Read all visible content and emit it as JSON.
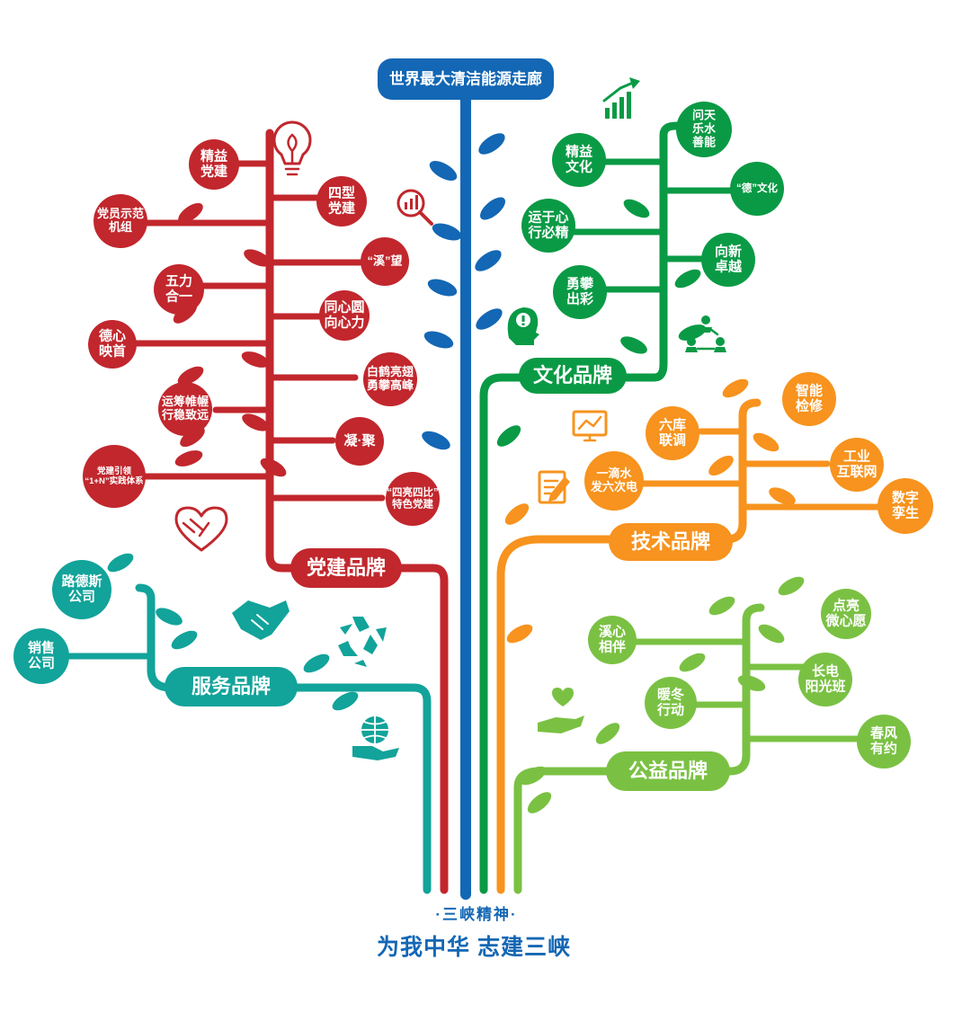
{
  "title": "世界最大清洁能源走廊",
  "colors": {
    "blue": "#1367b4",
    "red": "#c1272d",
    "green": "#0a9a45",
    "orange": "#f7931e",
    "lime": "#7ac143",
    "teal": "#12a39a"
  },
  "branches": [
    {
      "id": "party",
      "color": "#c1272d",
      "label": "党建品牌",
      "nodes": [
        {
          "lines": [
            "精益",
            "党建"
          ]
        },
        {
          "lines": [
            "四型",
            "党建"
          ]
        },
        {
          "lines": [
            "党员示范",
            "机组"
          ]
        },
        {
          "lines": [
            "“溪”望"
          ]
        },
        {
          "lines": [
            "五力",
            "合一"
          ]
        },
        {
          "lines": [
            "同心圆",
            "向心力"
          ]
        },
        {
          "lines": [
            "德心",
            "映首"
          ]
        },
        {
          "lines": [
            "白鹤亮翅",
            "勇攀高峰"
          ]
        },
        {
          "lines": [
            "运筹帷幄",
            "行稳致远"
          ]
        },
        {
          "lines": [
            "凝·聚"
          ]
        },
        {
          "lines": [
            "党建引领",
            "“1+N”实践体系"
          ]
        },
        {
          "lines": [
            "“四亮四比”",
            "特色党建"
          ]
        }
      ]
    },
    {
      "id": "culture",
      "color": "#0a9a45",
      "label": "文化品牌",
      "nodes": [
        {
          "lines": [
            "问天",
            "乐水",
            "善能"
          ]
        },
        {
          "lines": [
            "精益",
            "文化"
          ]
        },
        {
          "lines": [
            "“德”文化"
          ]
        },
        {
          "lines": [
            "运于心",
            "行必精"
          ]
        },
        {
          "lines": [
            "向新",
            "卓越"
          ]
        },
        {
          "lines": [
            "勇攀",
            "出彩"
          ]
        }
      ]
    },
    {
      "id": "tech",
      "color": "#f7931e",
      "label": "技术品牌",
      "nodes": [
        {
          "lines": [
            "智能",
            "检修"
          ]
        },
        {
          "lines": [
            "六库",
            "联调"
          ]
        },
        {
          "lines": [
            "工业",
            "互联网"
          ]
        },
        {
          "lines": [
            "一滴水",
            "发六次电"
          ]
        },
        {
          "lines": [
            "数字",
            "孪生"
          ]
        }
      ]
    },
    {
      "id": "welfare",
      "color": "#7ac143",
      "label": "公益品牌",
      "nodes": [
        {
          "lines": [
            "点亮",
            "微心愿"
          ]
        },
        {
          "lines": [
            "溪心",
            "相伴"
          ]
        },
        {
          "lines": [
            "长电",
            "阳光班"
          ]
        },
        {
          "lines": [
            "暖冬",
            "行动"
          ]
        },
        {
          "lines": [
            "春风",
            "有约"
          ]
        }
      ]
    },
    {
      "id": "service",
      "color": "#12a39a",
      "label": "服务品牌",
      "nodes": [
        {
          "lines": [
            "路德斯",
            "公司"
          ]
        },
        {
          "lines": [
            "销售",
            "公司"
          ]
        }
      ]
    }
  ],
  "icons": [
    "lightbulb-icon",
    "magnifier-chart-icon",
    "heart-hands-icon",
    "handshake-icon",
    "recycle-icon",
    "globe-hand-icon",
    "growth-chart-icon",
    "idea-head-icon",
    "team-network-icon",
    "monitor-chart-icon",
    "document-pen-icon",
    "heart-hand-icon"
  ],
  "footer": {
    "spirit": "·三峡精神·",
    "slogan": "为我中华 志建三峡"
  }
}
